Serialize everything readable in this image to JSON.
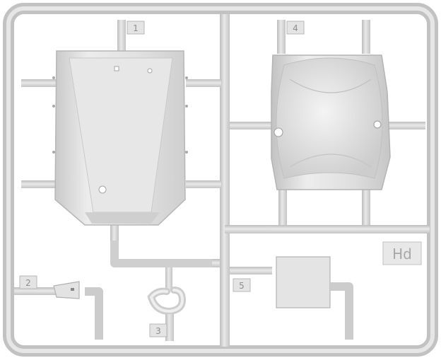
{
  "sprue": {
    "code": "Hd",
    "parts": [
      {
        "number": "1"
      },
      {
        "number": "2"
      },
      {
        "number": "3"
      },
      {
        "number": "4"
      },
      {
        "number": "5"
      }
    ]
  },
  "colors": {
    "plastic": "#dcdcdc",
    "plastic_shadow": "#b9b9b9",
    "plastic_highlight": "#f3f3f3",
    "background": "#ffffff"
  }
}
